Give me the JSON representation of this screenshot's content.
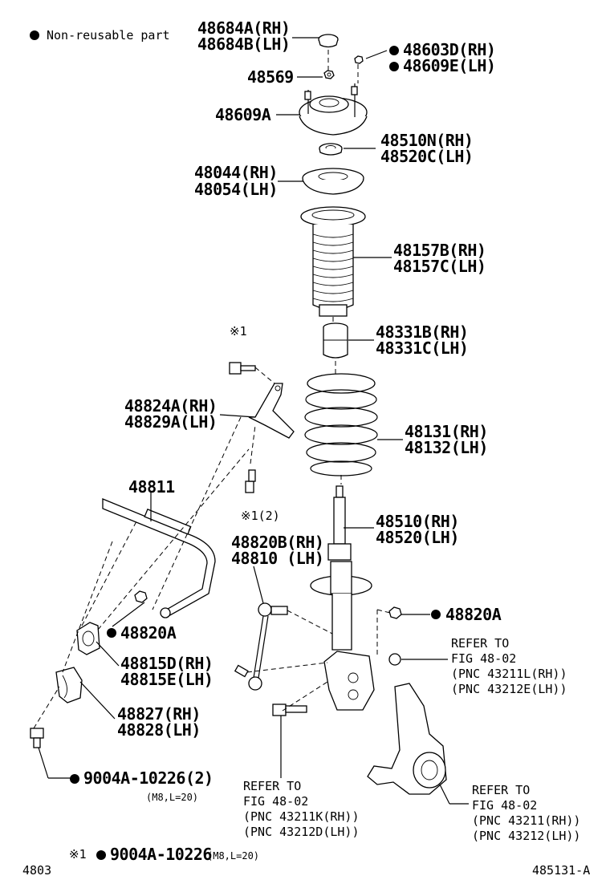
{
  "legend": {
    "bullet": "●",
    "text": "Non-reusable part"
  },
  "labels": {
    "l48684a": "48684A(RH)",
    "l48684b": "48684B(LH)",
    "l48603d": "48603D(RH)",
    "l48609e": "48609E(LH)",
    "l48569": "48569",
    "l48609a": "48609A",
    "l48510n": "48510N(RH)",
    "l48520c": "48520C(LH)",
    "l48044": "48044(RH)",
    "l48054": "48054(LH)",
    "l48157b": "48157B(RH)",
    "l48157c": "48157C(LH)",
    "l48331b": "48331B(RH)",
    "l48331c": "48331C(LH)",
    "l48131": "48131(RH)",
    "l48132": "48132(LH)",
    "l48510": "48510(RH)",
    "l48520": "48520(LH)",
    "l48824a": "48824A(RH)",
    "l48829a": "48829A(LH)",
    "l48811": "48811",
    "l48820b": "48820B(RH)",
    "l48810": "48810  (LH)",
    "l48820a_left": "48820A",
    "l48820a_right": "48820A",
    "l48815d": "48815D(RH)",
    "l48815e": "48815E(LH)",
    "l48827": "48827(RH)",
    "l48828": "48828(LH)",
    "bolt_main": "9004A-10226(2)",
    "bolt_main_spec": "(M8,L=20)",
    "mark1_top": "※1",
    "mark1_mid": "※1(2)",
    "refer_right_1": "REFER TO",
    "refer_right_2": "FIG 48-02",
    "refer_right_3": "(PNC 43211L(RH))",
    "refer_right_4": "(PNC 43212E(LH))",
    "refer_bl_1": "REFER TO",
    "refer_bl_2": "FIG 48-02",
    "refer_bl_3": "(PNC 43211K(RH))",
    "refer_bl_4": "(PNC 43212D(LH))",
    "refer_br_1": "REFER TO",
    "refer_br_2": "FIG 48-02",
    "refer_br_3": "(PNC 43211(RH))",
    "refer_br_4": "(PNC 43212(LH))",
    "foot_mark": "※1",
    "foot_part": "9004A-10226",
    "foot_spec": "(M8,L=20)",
    "page_left": "4803",
    "page_right": "485131-A"
  }
}
